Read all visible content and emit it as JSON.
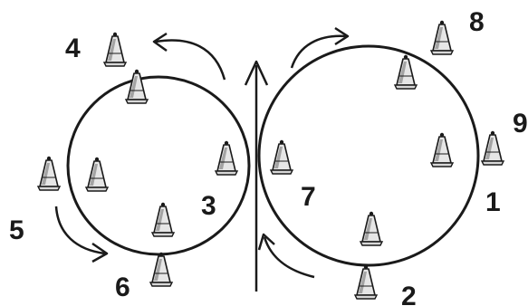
{
  "colors": {
    "ink": "#1a1a1a",
    "cone_fill": "#e6e6e6",
    "cone_shade": "#6b6b6b",
    "background": "#ffffff"
  },
  "icons": {
    "cone": "traffic-cone-icon",
    "arrow": "curved-arrow-icon"
  },
  "labels": {
    "n1": "1",
    "n2": "2",
    "n3": "3",
    "n4": "4",
    "n5": "5",
    "n6": "6",
    "n7": "7",
    "n8": "8",
    "n9": "9"
  }
}
